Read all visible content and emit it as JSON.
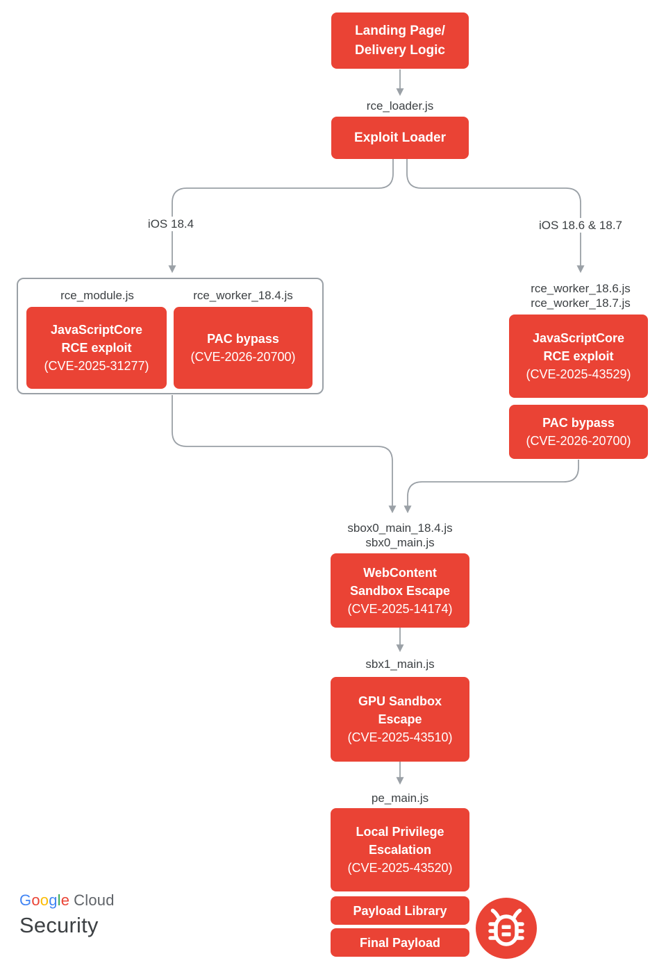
{
  "colors": {
    "node_red": "#EA4335",
    "connector_gray": "#9AA0A6",
    "label_text": "#3C4043",
    "google_blue": "#4285F4",
    "google_red": "#EA4335",
    "google_yellow": "#FBBC04",
    "google_green": "#34A853",
    "cloud_gray": "#5F6368"
  },
  "diagram": {
    "landing": {
      "line1": "Landing Page/",
      "line2": "Delivery Logic"
    },
    "rce_loader_label": "rce_loader.js",
    "exploit_loader_label": "Exploit Loader",
    "branch_left_label": "iOS 18.4",
    "branch_right_label": "iOS 18.6 & 18.7",
    "group_ios_18_4": {
      "file_module": "rce_module.js",
      "file_worker": "rce_worker_18.4.js",
      "jsc_box": {
        "line1": "JavaScriptCore",
        "line2": "RCE exploit",
        "cve": "(CVE-2025-31277)"
      },
      "pac_box": {
        "line1": "PAC bypass",
        "cve": "(CVE-2026-20700)"
      }
    },
    "chain_ios_18_6": {
      "file_worker_1": "rce_worker_18.6.js",
      "file_worker_2": "rce_worker_18.7.js",
      "jsc_box": {
        "line1": "JavaScriptCore",
        "line2": "RCE exploit",
        "cve": "(CVE-2025-43529)"
      },
      "pac_box": {
        "line1": "PAC bypass",
        "cve": "(CVE-2026-20700)"
      }
    },
    "webcontent": {
      "file_1": "sbox0_main_18.4.js",
      "file_2": "sbx0_main.js",
      "box": {
        "line1": "WebContent",
        "line2": "Sandbox Escape",
        "cve": "(CVE-2025-14174)"
      }
    },
    "gpu": {
      "file": "sbx1_main.js",
      "box": {
        "line1": "GPU Sandbox",
        "line2": "Escape",
        "cve": "(CVE-2025-43510)"
      }
    },
    "lpe": {
      "file": "pe_main.js",
      "box": {
        "line1": "Local Privilege",
        "line2": "Escalation",
        "cve": "(CVE-2025-43520)"
      }
    },
    "payload_library_label": "Payload Library",
    "final_payload_label": "Final Payload"
  },
  "brand": {
    "google_letters": [
      "G",
      "o",
      "o",
      "g",
      "l",
      "e"
    ],
    "cloud": "Cloud",
    "security": "Security"
  }
}
